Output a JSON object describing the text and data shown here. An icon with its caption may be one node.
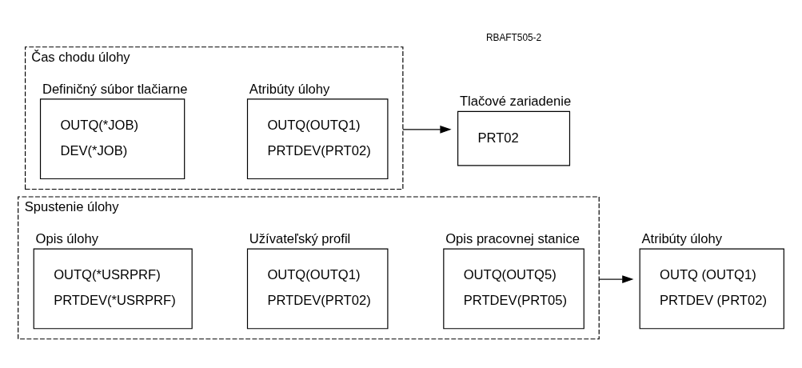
{
  "diagram": {
    "nodes": [
      {
        "text": [
          "Spustenie úlohy"
        ]
      },
      {
        "text": [
          "Opis úlohy",
          "OUTQ(*USRPRF)",
          "PRTDEV(*USRPRF)"
        ],
        "in": 0
      },
      {
        "text": [
          "Užívateľský profil",
          "OUTQ(OUTQ1)",
          "PRTDEV(PRT02)"
        ],
        "in": 0
      },
      {
        "text": [
          "Opis pracovnej stanice",
          "OUTQ(OUTQ5)",
          "PRTDEV(PRT05)"
        ],
        "in": 0
      },
      {
        "text": [
          "Atribúty úlohy",
          "OUTQ (OUTQ1)",
          "PRTDEV (PRT02)"
        ]
      },
      {
        "text": [
          "Čas chodu úlohy"
        ]
      },
      {
        "text": [
          "Definičný súbor tlačiarne",
          "OUTQ(*JOB)",
          "DEV(*JOB)"
        ],
        "in": 5
      },
      {
        "text": [
          "Atribúty úlohy",
          "OUTQ(OUTQ1)",
          "PRTDEV(PRT02)"
        ],
        "in": 5
      },
      {
        "text": [
          "Tlačové zariadenie",
          "PRT02"
        ]
      }
    ],
    "edges": [
      {
        "from": 0,
        "to": 4,
        "arrow": "to"
      },
      {
        "from": 5,
        "to": 8,
        "arrow": "to"
      }
    ],
    "labels": [
      "RBAFT505-2"
    ]
  }
}
